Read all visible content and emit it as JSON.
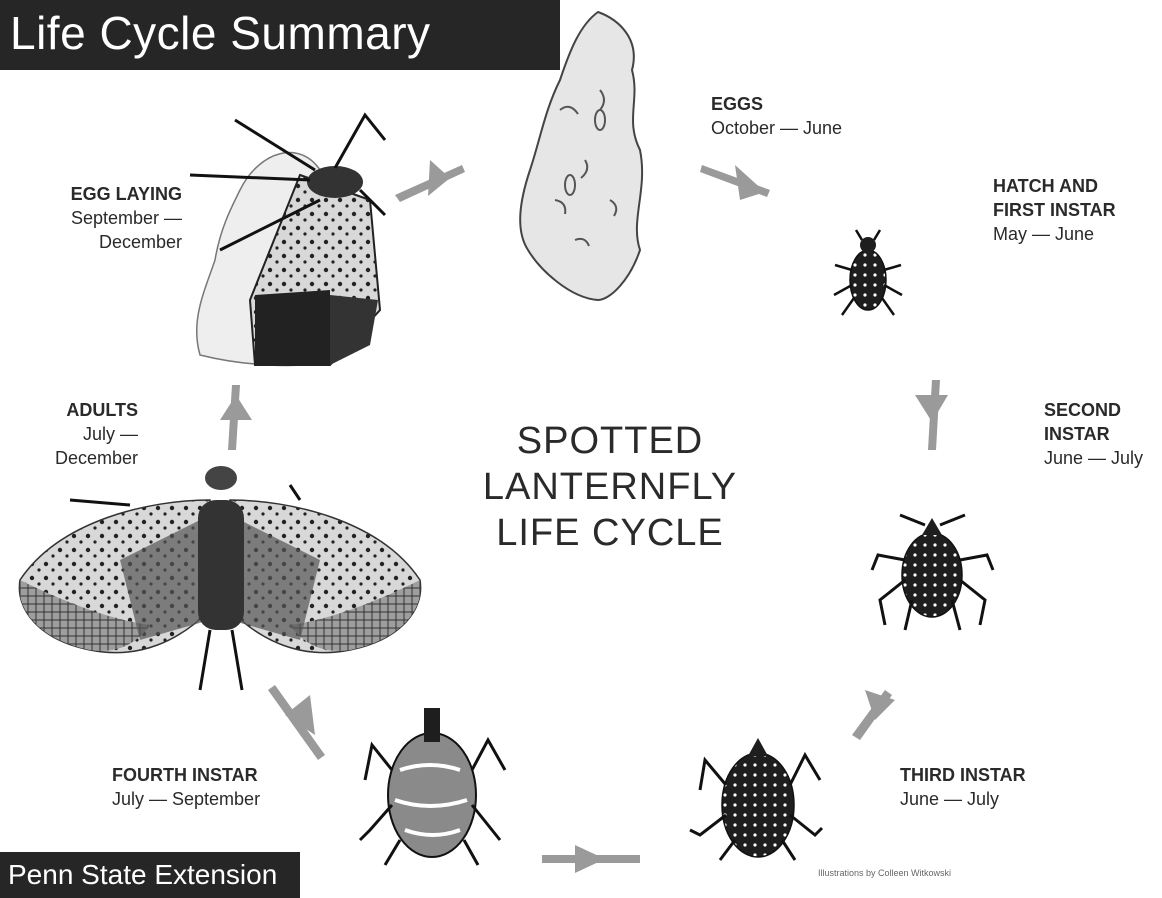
{
  "header": {
    "title": "Life Cycle Summary"
  },
  "footer": {
    "brand": "Penn State Extension"
  },
  "center": {
    "title": "SPOTTED\nLANTERNFLY\nLIFE CYCLE"
  },
  "stages": {
    "eggs": {
      "name": "EGGS",
      "dates": "October — June"
    },
    "hatch": {
      "name": "HATCH AND\nFIRST INSTAR",
      "dates": "May — June"
    },
    "second": {
      "name": "SECOND\nINSTAR",
      "dates": "June — July"
    },
    "third": {
      "name": "THIRD INSTAR",
      "dates": "June — July"
    },
    "fourth": {
      "name": "FOURTH INSTAR",
      "dates": "July — September"
    },
    "adults": {
      "name": "ADULTS",
      "dates": "July —\nDecember"
    },
    "egg_laying": {
      "name": "EGG LAYING",
      "dates": "September —\nDecember"
    }
  },
  "credit": "Illustrations by Colleen Witkowski",
  "colors": {
    "dark": "#262626",
    "arrow": "#9a9a9a",
    "ink": "#1e1e1e"
  }
}
